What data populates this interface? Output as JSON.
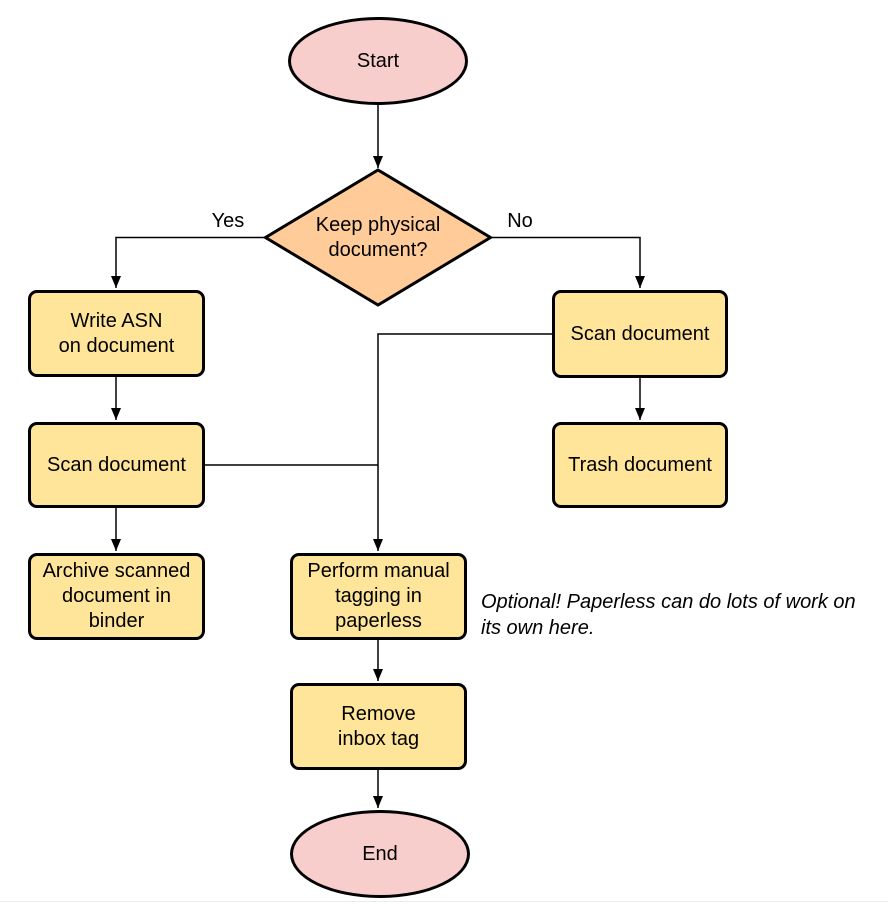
{
  "colors": {
    "terminal_fill": "#f8cecc",
    "decision_fill": "#ffcc99",
    "process_fill": "#ffe599",
    "stroke": "#000000",
    "edge": "#000000",
    "text": "#000000",
    "divider": "#ececec"
  },
  "nodes": {
    "start": {
      "label": "Start",
      "type": "terminal"
    },
    "decision": {
      "label": "Keep physical\ndocument?",
      "type": "decision"
    },
    "write_asn": {
      "label": "Write ASN\non document",
      "type": "process"
    },
    "scan_left": {
      "label": "Scan document",
      "type": "process"
    },
    "archive": {
      "label": "Archive scanned\ndocument in\nbinder",
      "type": "process"
    },
    "scan_right": {
      "label": "Scan document",
      "type": "process"
    },
    "trash": {
      "label": "Trash document",
      "type": "process"
    },
    "perform_tagging": {
      "label": "Perform manual\ntagging in\npaperless",
      "type": "process"
    },
    "remove_inbox": {
      "label": "Remove\ninbox tag",
      "type": "process"
    },
    "end": {
      "label": "End",
      "type": "terminal"
    }
  },
  "edge_labels": {
    "yes": "Yes",
    "no": "No"
  },
  "annotation": {
    "text": "Optional! Paperless can do lots of work on\nits own here."
  },
  "edges": [
    {
      "from": "start",
      "to": "decision",
      "label": ""
    },
    {
      "from": "decision",
      "to": "write_asn",
      "label": "Yes"
    },
    {
      "from": "decision",
      "to": "scan_right",
      "label": "No"
    },
    {
      "from": "write_asn",
      "to": "scan_left",
      "label": ""
    },
    {
      "from": "scan_left",
      "to": "archive",
      "label": ""
    },
    {
      "from": "scan_right",
      "to": "trash",
      "label": ""
    },
    {
      "from": "scan_right",
      "to": "perform_tagging",
      "label": ""
    },
    {
      "from": "scan_left",
      "to": "perform_tagging",
      "label": ""
    },
    {
      "from": "perform_tagging",
      "to": "remove_inbox",
      "label": ""
    },
    {
      "from": "remove_inbox",
      "to": "end",
      "label": ""
    }
  ]
}
